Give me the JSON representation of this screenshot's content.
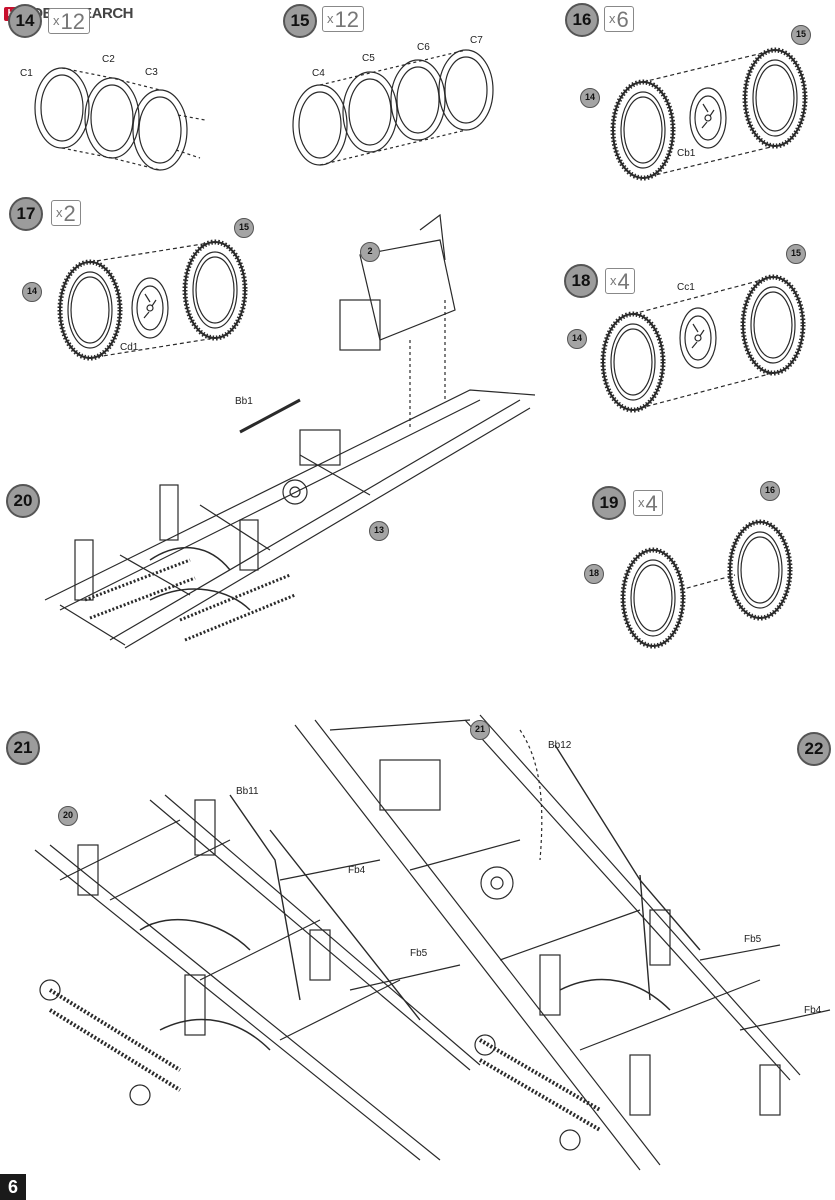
{
  "watermark": {
    "logo_mark": "H",
    "text": "HOBBYSEARCH"
  },
  "page_number": "6",
  "steps": [
    {
      "id": "14",
      "multiplier": "12"
    },
    {
      "id": "15",
      "multiplier": "12"
    },
    {
      "id": "16",
      "multiplier": "6"
    },
    {
      "id": "17",
      "multiplier": "2"
    },
    {
      "id": "18",
      "multiplier": "4"
    },
    {
      "id": "19",
      "multiplier": "4"
    },
    {
      "id": "20"
    },
    {
      "id": "21"
    },
    {
      "id": "22"
    }
  ],
  "mult_prefix": "x",
  "part_labels": {
    "c1": "C1",
    "c2": "C2",
    "c3": "C3",
    "c4": "C4",
    "c5": "C5",
    "c6": "C6",
    "c7": "C7",
    "cb1": "Cb1",
    "cd1": "Cd1",
    "cc1": "Cc1",
    "bb1": "Bb1",
    "bb11": "Bb11",
    "bb12": "Bb12",
    "fb4": "Fb4",
    "fb5": "Fb5"
  },
  "step_refs": {
    "s16_a": "15",
    "s16_b": "14",
    "s17_a": "15",
    "s17_b": "14",
    "s18_a": "15",
    "s18_b": "14",
    "s19_a": "16",
    "s19_b": "18",
    "s20_a": "2",
    "s20_b": "13",
    "s21_a": "20",
    "s22_a": "21"
  },
  "colors": {
    "line": "#2a2a2a",
    "step_fill": "#9c9c9c",
    "page_tab": "#1a1a1a",
    "logo_red": "#c8102e"
  }
}
